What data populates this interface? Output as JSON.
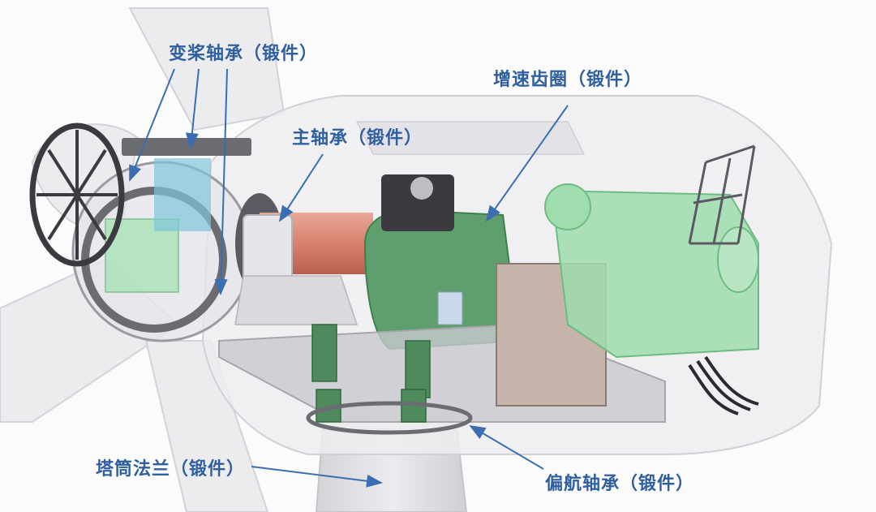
{
  "labels": {
    "pitch_bearing": "变桨轴承（锻件）",
    "main_bearing": "主轴承（锻件）",
    "gear_ring": "增速齿圈（锻件）",
    "tower_flange": "塔筒法兰（锻件）",
    "yaw_bearing": "偏航轴承（锻件）"
  },
  "colors": {
    "label_text": "#2f5f9e",
    "arrow": "#3a6eb0",
    "component_green": "#9fdcae",
    "main_shaft": "#d9826e",
    "gearbox_green": "#5f9f6e"
  }
}
